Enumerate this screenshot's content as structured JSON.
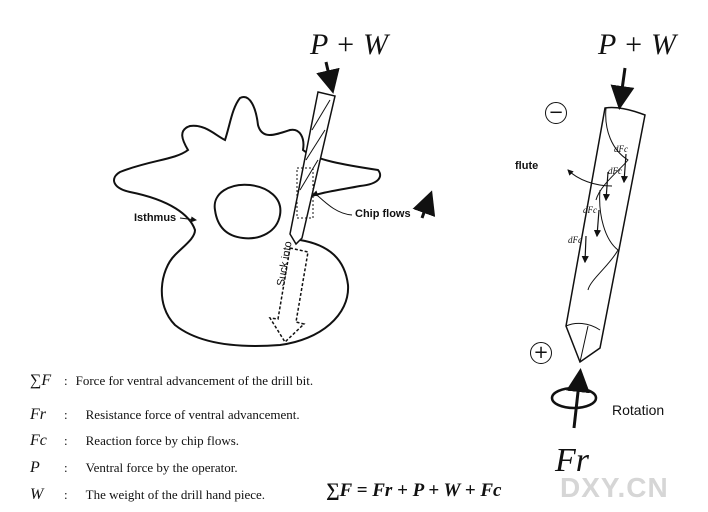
{
  "formulas": {
    "top_left": "P + W",
    "top_right": "P + W",
    "bottom_fr": "Fr",
    "equation": "∑F = Fr + P + W + Fc"
  },
  "vertebra_labels": {
    "isthmus": "Isthmus",
    "chip_flows": "Chip flows",
    "suck_into": "Suck into"
  },
  "drill_labels": {
    "flute": "flute",
    "dfc": "dFc",
    "minus": "−",
    "plus": "+",
    "rotation": "Rotation"
  },
  "legend": [
    {
      "symbol": "∑F",
      "sep": ":",
      "text": "Force for ventral advancement of the drill bit."
    },
    {
      "symbol": "Fr",
      "sep": ":",
      "text": "Resistance force of ventral advancement."
    },
    {
      "symbol": "Fc",
      "sep": ":",
      "text": "Reaction force by chip flows."
    },
    {
      "symbol": "P",
      "sep": ":",
      "text": "Ventral force by the operator."
    },
    {
      "symbol": "W",
      "sep": ":",
      "text": "The weight of the drill hand piece."
    }
  ],
  "watermark": "DXY.CN"
}
